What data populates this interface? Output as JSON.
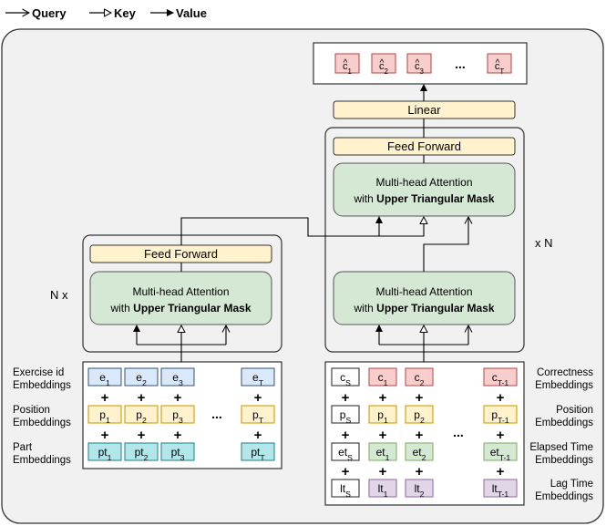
{
  "legend": {
    "query": "Query",
    "key": "Key",
    "value": "Value"
  },
  "encoder": {
    "repeat_label": "N x",
    "feed_forward": "Feed Forward",
    "attention_line1": "Multi-head Attention",
    "attention_line2_prefix": "with ",
    "attention_line2_bold": "Upper Triangular Mask",
    "row_labels": [
      [
        "Exercise id",
        "Embeddings"
      ],
      [
        "Position",
        "Embeddings"
      ],
      [
        "Part",
        "Embeddings"
      ]
    ],
    "rows": [
      {
        "cells": [
          [
            "e",
            "1"
          ],
          [
            "e",
            "2"
          ],
          [
            "e",
            "3"
          ],
          [
            "e",
            "T"
          ]
        ],
        "fill": "#dae8fc",
        "stroke": "#43607f"
      },
      {
        "cells": [
          [
            "p",
            "1"
          ],
          [
            "p",
            "2"
          ],
          [
            "p",
            "3"
          ],
          [
            "p",
            "T"
          ]
        ],
        "fill": "#fff2cc",
        "stroke": "#d79b00"
      },
      {
        "cells": [
          [
            "pt",
            "1"
          ],
          [
            "pt",
            "2"
          ],
          [
            "pt",
            "3"
          ],
          [
            "pt",
            "T"
          ]
        ],
        "fill": "#b2e6e8",
        "stroke": "#2b8a95"
      }
    ],
    "plus": "+",
    "ellipsis": "..."
  },
  "decoder": {
    "repeat_label": "x N",
    "linear": "Linear",
    "feed_forward": "Feed Forward",
    "attention_line1": "Multi-head Attention",
    "attention_line2_prefix": "with ",
    "attention_line2_bold": "Upper Triangular Mask",
    "row_labels": [
      [
        "Correctness",
        "Embeddings"
      ],
      [
        "Position",
        "Embeddings"
      ],
      [
        "Elapsed Time",
        "Embeddings"
      ],
      [
        "Lag Time",
        "Embeddings"
      ]
    ],
    "rows": [
      {
        "cells": [
          [
            "c",
            "S"
          ],
          [
            "c",
            "1"
          ],
          [
            "c",
            "2"
          ],
          [
            "c",
            "T-1"
          ]
        ],
        "fill": "#f8cecc",
        "stroke": "#b85450"
      },
      {
        "cells": [
          [
            "p",
            "S"
          ],
          [
            "p",
            "1"
          ],
          [
            "p",
            "2"
          ],
          [
            "p",
            "T-1"
          ]
        ],
        "fill": "#fff2cc",
        "stroke": "#d79b00"
      },
      {
        "cells": [
          [
            "et",
            "S"
          ],
          [
            "et",
            "1"
          ],
          [
            "et",
            "2"
          ],
          [
            "et",
            "T-1"
          ]
        ],
        "fill": "#d5e8d4",
        "stroke": "#82b366"
      },
      {
        "cells": [
          [
            "lt",
            "S"
          ],
          [
            "lt",
            "1"
          ],
          [
            "lt",
            "2"
          ],
          [
            "lt",
            "T-1"
          ]
        ],
        "fill": "#e1d5e7",
        "stroke": "#9673a6"
      }
    ],
    "plus": "+",
    "ellipsis": "..."
  },
  "output": {
    "cells": [
      [
        "c",
        "1"
      ],
      [
        "c",
        "2"
      ],
      [
        "c",
        "3"
      ],
      [
        "c",
        "T"
      ]
    ],
    "hat": "^",
    "ellipsis": "...",
    "fill": "#f8cecc",
    "stroke": "#b85450"
  },
  "colors": {
    "feed_forward_fill": "#fff2cc",
    "feed_forward_stroke": "#d6b656",
    "attention_fill": "#d5e8d4",
    "attention_stroke": "#555555",
    "panel_stroke": "#333333",
    "start_token_fill": "#ffffff"
  }
}
